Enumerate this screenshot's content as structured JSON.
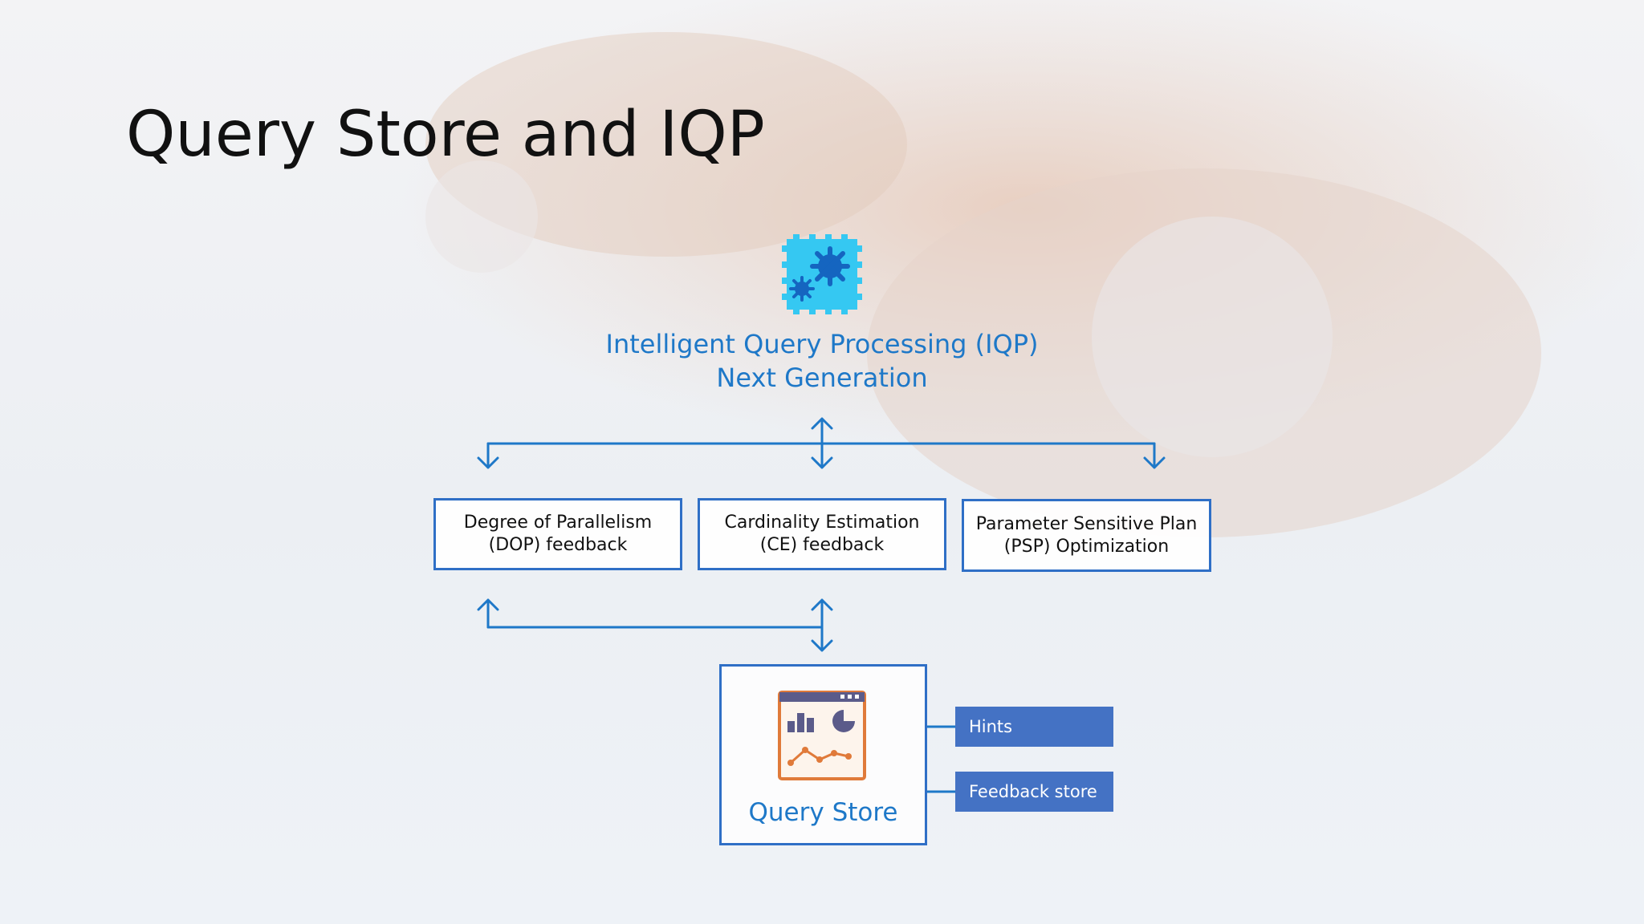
{
  "slide": {
    "title": "Query Store and IQP"
  },
  "iqp": {
    "icon": "gears-icon",
    "title_line1": "Intelligent Query Processing (IQP)",
    "title_line2": "Next Generation"
  },
  "features": [
    {
      "label": "Degree of Parallelism\n(DOP) feedback"
    },
    {
      "label": "Cardinality Estimation\n(CE) feedback"
    },
    {
      "label": "Parameter Sensitive Plan\n(PSP) Optimization"
    }
  ],
  "query_store": {
    "icon": "dashboard-chart-icon",
    "label": "Query Store",
    "tags": [
      "Hints",
      "Feedback store"
    ]
  },
  "colors": {
    "accent_blue": "#1e78c8",
    "box_border": "#2f6fc6",
    "tag_fill": "#4472c4",
    "icon_cyan": "#35c8f2",
    "icon_orange": "#e07a3a"
  }
}
